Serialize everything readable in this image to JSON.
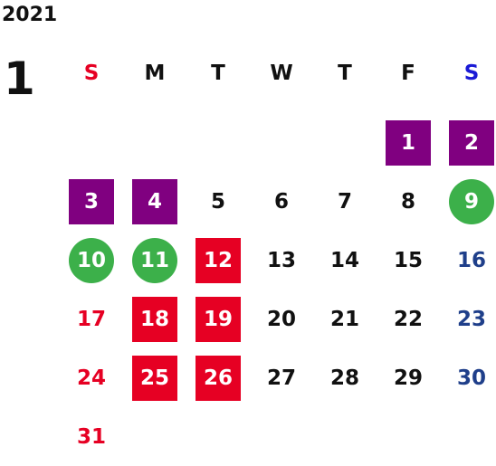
{
  "calendar": {
    "year": "2021",
    "month": "1",
    "weekdays": [
      "S",
      "M",
      "T",
      "W",
      "T",
      "F",
      "S"
    ],
    "days": [
      "",
      "",
      "",
      "",
      "",
      "1",
      "2",
      "3",
      "4",
      "5",
      "6",
      "7",
      "8",
      "9",
      "10",
      "11",
      "12",
      "13",
      "14",
      "15",
      "16",
      "17",
      "18",
      "19",
      "20",
      "21",
      "22",
      "23",
      "24",
      "25",
      "26",
      "27",
      "28",
      "29",
      "30",
      "31",
      "",
      "",
      "",
      "",
      "",
      ""
    ],
    "styles": [
      "",
      "",
      "",
      "",
      "",
      "purple",
      "purple",
      "purple",
      "purple",
      "",
      "",
      "",
      "",
      "green",
      "green",
      "green",
      "red",
      "",
      "",
      "",
      "",
      "",
      "red",
      "red",
      "",
      "",
      "",
      "",
      "",
      "red",
      "red",
      "",
      "",
      "",
      "",
      "",
      "",
      "",
      "",
      "",
      "",
      ""
    ],
    "colors": {
      "purple_highlight": "#800080",
      "red_highlight": "#e60023",
      "green_highlight": "#3cb04a",
      "sunday_text": "#e60023",
      "saturday_text": "#1f3f8a"
    }
  }
}
